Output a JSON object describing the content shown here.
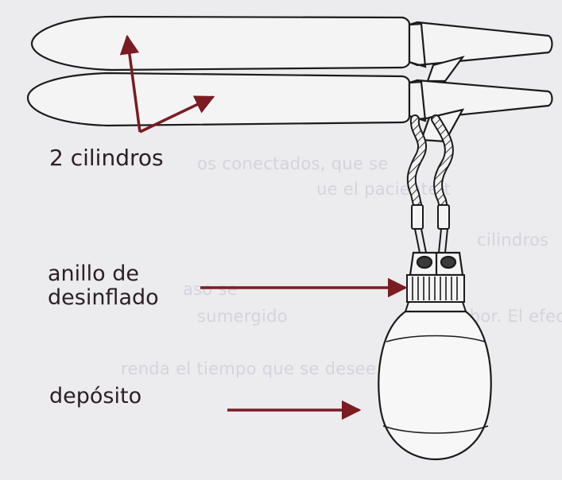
{
  "labels": {
    "cylinders": "2 cilindros",
    "deflation_ring_line1": "anillo de",
    "deflation_ring_line2": "desinflado",
    "reservoir": "depósito"
  },
  "background_text": [
    "os conectados, que se",
    "ue el paciente t",
    "cilindros",
    "aso se",
    "sumergido",
    "el sabor. El efect",
    "renda el tiempo que se desee."
  ],
  "colors": {
    "background": "#ecebee",
    "arrow": "#7a1c22",
    "label_text": "#2b2024",
    "line_art": "#1b1b1b",
    "faint_text": "#d6d3dc"
  }
}
